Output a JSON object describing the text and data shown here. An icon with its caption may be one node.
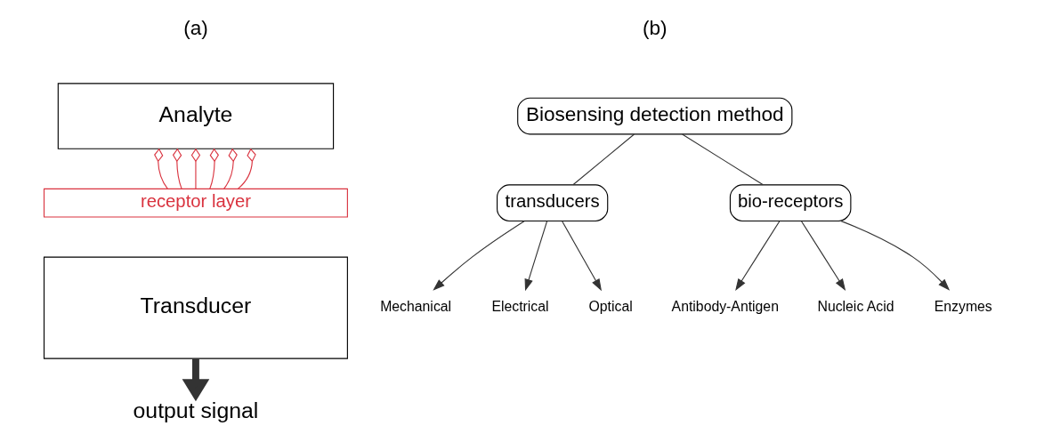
{
  "diagram": {
    "nodes": [
      {
        "text": [
          "Analyte"
        ]
      },
      {
        "text": [
          "receptor layer"
        ]
      },
      {
        "text": [
          "Transducer"
        ]
      },
      {
        "text": [
          "output signal"
        ]
      },
      {
        "text": [
          "Biosensing detection method"
        ]
      },
      {
        "text": [
          "transducers"
        ]
      },
      {
        "text": [
          "bio-receptors"
        ]
      },
      {
        "text": [
          "Mechanical"
        ]
      },
      {
        "text": [
          "Electrical"
        ]
      },
      {
        "text": [
          "Optical"
        ]
      },
      {
        "text": [
          "Antibody-Antigen"
        ]
      },
      {
        "text": [
          "Nucleic Acid"
        ]
      },
      {
        "text": [
          "Enzymes"
        ]
      }
    ],
    "edges": [
      {
        "from": 1,
        "to": 0,
        "arrow": "other",
        "color": "#d9333f"
      },
      {
        "from": 1,
        "to": 0,
        "arrow": "other",
        "color": "#d9333f"
      },
      {
        "from": 1,
        "to": 0,
        "arrow": "other",
        "color": "#d9333f"
      },
      {
        "from": 1,
        "to": 0,
        "arrow": "other",
        "color": "#d9333f"
      },
      {
        "from": 1,
        "to": 0,
        "arrow": "other",
        "color": "#d9333f"
      },
      {
        "from": 1,
        "to": 0,
        "arrow": "other",
        "color": "#d9333f"
      },
      {
        "from": 2,
        "to": 3,
        "arrow": "to",
        "style": "thick"
      },
      {
        "from": 4,
        "to": 5,
        "arrow": "none"
      },
      {
        "from": 4,
        "to": 6,
        "arrow": "none"
      },
      {
        "from": 5,
        "to": 7,
        "arrow": "to"
      },
      {
        "from": 5,
        "to": 8,
        "arrow": "to"
      },
      {
        "from": 5,
        "to": 9,
        "arrow": "to"
      },
      {
        "from": 6,
        "to": 10,
        "arrow": "to"
      },
      {
        "from": 6,
        "to": 11,
        "arrow": "to"
      },
      {
        "from": 6,
        "to": 12,
        "arrow": "to"
      }
    ],
    "labels": [
      "(a)",
      "(b)"
    ]
  }
}
